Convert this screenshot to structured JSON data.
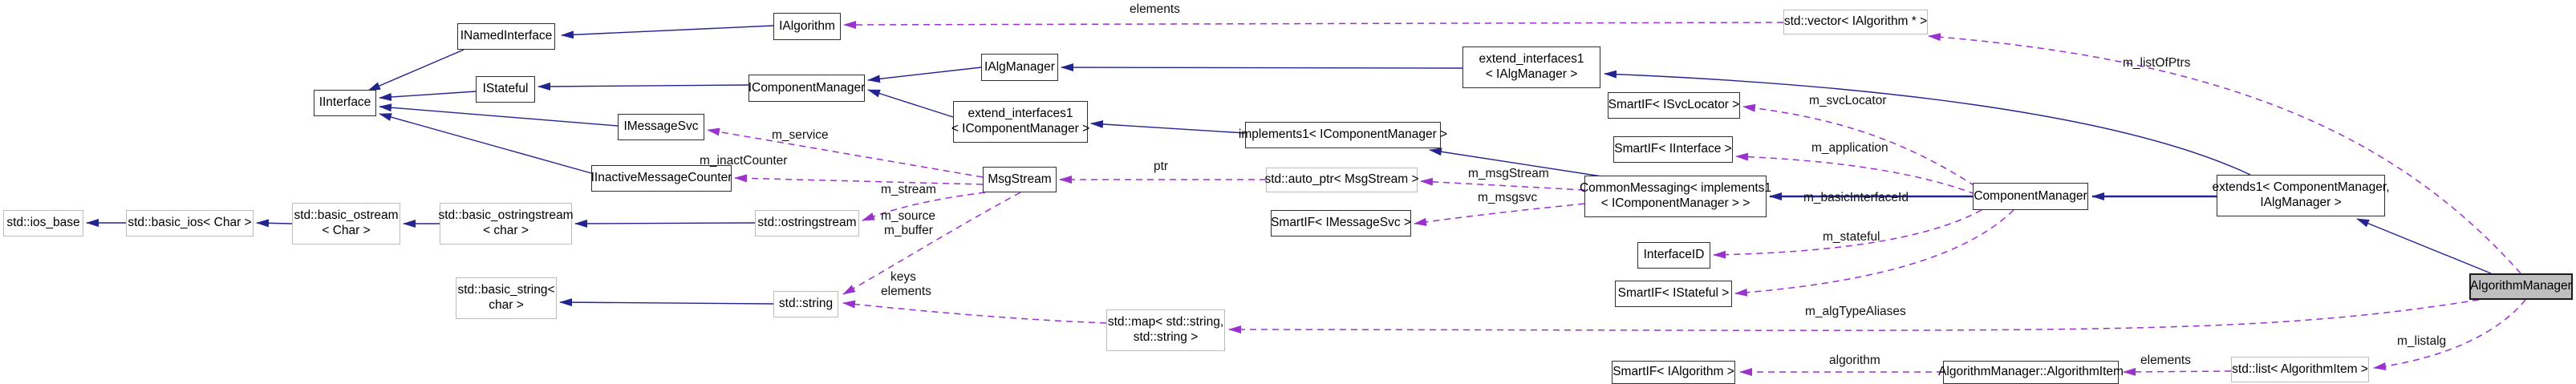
{
  "diagram": {
    "kind": "class-collaboration-graph",
    "main_class": "AlgorithmManager",
    "colors": {
      "inheritance_edge": "#24248f",
      "usage_edge": "#9a32cd",
      "documented_border": "#2f2f2f",
      "external_border": "#bcbcbc",
      "main_node_fill": "#bfbfbf",
      "background": "#ffffff"
    },
    "nodes": {
      "iinterface": {
        "label": "IInterface"
      },
      "inamedinterface": {
        "label": "INamedInterface"
      },
      "istateful": {
        "label": "IStateful"
      },
      "ialgorithm": {
        "label": "IAlgorithm"
      },
      "icomponentmanager": {
        "label": "IComponentManager"
      },
      "imessagesvc": {
        "label": "IMessageSvc"
      },
      "iinactivemessagecounter": {
        "label": "IInactiveMessageCounter"
      },
      "ialgmanager": {
        "label": "IAlgManager"
      },
      "extifc_icm": {
        "line1": "extend_interfaces1",
        "line2": "< IComponentManager >"
      },
      "implements1": {
        "label": "implements1< IComponentManager >"
      },
      "extifc_iam": {
        "line1": "extend_interfaces1",
        "line2": "< IAlgManager >"
      },
      "stdvector": {
        "label": "std::vector< IAlgorithm * >"
      },
      "smartif_isvclocator": {
        "label": "SmartIF< ISvcLocator >"
      },
      "smartif_iinterface": {
        "label": "SmartIF< IInterface >"
      },
      "commonmessaging": {
        "line1": "CommonMessaging< implements1",
        "line2": "< IComponentManager > >"
      },
      "msgstream": {
        "label": "MsgStream"
      },
      "std_auto_ptr": {
        "label": "std::auto_ptr< MsgStream >"
      },
      "smartif_imessagesvc": {
        "label": "SmartIF< IMessageSvc >"
      },
      "interfaceid": {
        "label": "InterfaceID"
      },
      "smartif_istateful": {
        "label": "SmartIF< IStateful >"
      },
      "componentmanager": {
        "label": "ComponentManager"
      },
      "extends1": {
        "line1": "extends1< ComponentManager,",
        "line2": "IAlgManager >"
      },
      "algorithmmanager": {
        "label": "AlgorithmManager"
      },
      "ios_base": {
        "label": "std::ios_base"
      },
      "basic_ios": {
        "label": "std::basic_ios< Char >"
      },
      "basic_ostream": {
        "line1": "std::basic_ostream",
        "line2": "< Char >"
      },
      "basic_ostringstream": {
        "line1": "std::basic_ostringstream",
        "line2": "< char >"
      },
      "ostringstream": {
        "label": "std::ostringstream"
      },
      "basic_string": {
        "line1": "std::basic_string<",
        "line2": "char >"
      },
      "stdstring": {
        "label": "std::string"
      },
      "stdmap": {
        "line1": "std::map< std::string,",
        "line2": "std::string >"
      },
      "smartif_ialgorithm": {
        "label": "SmartIF< IAlgorithm >"
      },
      "algorithmitem": {
        "label": "AlgorithmManager::AlgorithmItem"
      },
      "stdlist": {
        "label": "std::list< AlgorithmItem >"
      }
    },
    "edge_labels": {
      "elements_top": "elements",
      "m_listOfPtrs": "m_listOfPtrs",
      "m_service": "m_service",
      "m_inactCounter": "m_inactCounter",
      "ptr": "ptr",
      "m_stream": "m_stream",
      "m_source": "m_source",
      "m_buffer": "m_buffer",
      "keys": "keys",
      "elements_mid": "elements",
      "m_msgStream": "m_msgStream",
      "m_msgsvc": "m_msgsvc",
      "m_svcLocator": "m_svcLocator",
      "m_application": "m_application",
      "m_basicInterfaceId": "m_basicInterfaceId",
      "m_stateful": "m_stateful",
      "m_algTypeAliases": "m_algTypeAliases",
      "algorithm": "algorithm",
      "elements_bottom": "elements",
      "m_listalg": "m_listalg"
    },
    "edges": [
      {
        "from": "IAlgorithm",
        "to": "INamedInterface",
        "type": "inheritance"
      },
      {
        "from": "INamedInterface",
        "to": "IInterface",
        "type": "inheritance"
      },
      {
        "from": "IStateful",
        "to": "IInterface",
        "type": "inheritance"
      },
      {
        "from": "IComponentManager",
        "to": "IStateful",
        "type": "inheritance"
      },
      {
        "from": "IMessageSvc",
        "to": "IInterface",
        "type": "inheritance"
      },
      {
        "from": "IInactiveMessageCounter",
        "to": "IInterface",
        "type": "inheritance"
      },
      {
        "from": "IAlgManager",
        "to": "IComponentManager",
        "type": "inheritance"
      },
      {
        "from": "extend_interfaces1< IComponentManager >",
        "to": "IComponentManager",
        "type": "inheritance"
      },
      {
        "from": "extend_interfaces1< IAlgManager >",
        "to": "IAlgManager",
        "type": "inheritance"
      },
      {
        "from": "implements1< IComponentManager >",
        "to": "extend_interfaces1< IComponentManager >",
        "type": "inheritance"
      },
      {
        "from": "CommonMessaging< implements1< IComponentManager > >",
        "to": "implements1< IComponentManager >",
        "type": "inheritance"
      },
      {
        "from": "ComponentManager",
        "to": "CommonMessaging< implements1< IComponentManager > >",
        "type": "inheritance"
      },
      {
        "from": "extends1< ComponentManager, IAlgManager >",
        "to": "ComponentManager",
        "type": "inheritance"
      },
      {
        "from": "extends1< ComponentManager, IAlgManager >",
        "to": "extend_interfaces1< IAlgManager >",
        "type": "inheritance"
      },
      {
        "from": "AlgorithmManager",
        "to": "extends1< ComponentManager, IAlgManager >",
        "type": "inheritance"
      },
      {
        "from": "std::basic_ios< Char >",
        "to": "std::ios_base",
        "type": "inheritance"
      },
      {
        "from": "std::basic_ostream< Char >",
        "to": "std::basic_ios< Char >",
        "type": "inheritance"
      },
      {
        "from": "std::basic_ostringstream< char >",
        "to": "std::basic_ostream< Char >",
        "type": "inheritance"
      },
      {
        "from": "std::ostringstream",
        "to": "std::basic_ostringstream< char >",
        "type": "inheritance"
      },
      {
        "from": "std::string",
        "to": "std::basic_string< char >",
        "type": "inheritance"
      },
      {
        "from": "std::vector< IAlgorithm * >",
        "to": "IAlgorithm",
        "label": "elements",
        "type": "usage"
      },
      {
        "from": "AlgorithmManager",
        "to": "std::vector< IAlgorithm * >",
        "label": "m_listOfPtrs",
        "type": "usage"
      },
      {
        "from": "MsgStream",
        "to": "IMessageSvc",
        "label": "m_service",
        "type": "usage"
      },
      {
        "from": "MsgStream",
        "to": "IInactiveMessageCounter",
        "label": "m_inactCounter",
        "type": "usage"
      },
      {
        "from": "MsgStream",
        "to": "std::ostringstream",
        "label": "m_stream",
        "type": "usage"
      },
      {
        "from": "MsgStream",
        "to": "std::string",
        "label": "m_source, m_buffer",
        "type": "usage"
      },
      {
        "from": "std::auto_ptr< MsgStream >",
        "to": "MsgStream",
        "label": "ptr",
        "type": "usage"
      },
      {
        "from": "CommonMessaging< implements1< IComponentManager > >",
        "to": "std::auto_ptr< MsgStream >",
        "label": "m_msgStream",
        "type": "usage"
      },
      {
        "from": "CommonMessaging< implements1< IComponentManager > >",
        "to": "SmartIF< IMessageSvc >",
        "label": "m_msgsvc",
        "type": "usage"
      },
      {
        "from": "ComponentManager",
        "to": "SmartIF< ISvcLocator >",
        "label": "m_svcLocator",
        "type": "usage"
      },
      {
        "from": "ComponentManager",
        "to": "SmartIF< IInterface >",
        "label": "m_application",
        "type": "usage"
      },
      {
        "from": "ComponentManager",
        "to": "InterfaceID",
        "label": "m_basicInterfaceId",
        "type": "usage"
      },
      {
        "from": "ComponentManager",
        "to": "SmartIF< IStateful >",
        "label": "m_stateful",
        "type": "usage"
      },
      {
        "from": "AlgorithmManager",
        "to": "std::map< std::string, std::string >",
        "label": "m_algTypeAliases",
        "type": "usage"
      },
      {
        "from": "std::map< std::string, std::string >",
        "to": "std::string",
        "label": "keys, elements",
        "type": "usage"
      },
      {
        "from": "AlgorithmManager",
        "to": "std::list< AlgorithmItem >",
        "label": "m_listalg",
        "type": "usage"
      },
      {
        "from": "std::list< AlgorithmItem >",
        "to": "AlgorithmManager::AlgorithmItem",
        "label": "elements",
        "type": "usage"
      },
      {
        "from": "AlgorithmManager::AlgorithmItem",
        "to": "SmartIF< IAlgorithm >",
        "label": "algorithm",
        "type": "usage"
      }
    ]
  }
}
